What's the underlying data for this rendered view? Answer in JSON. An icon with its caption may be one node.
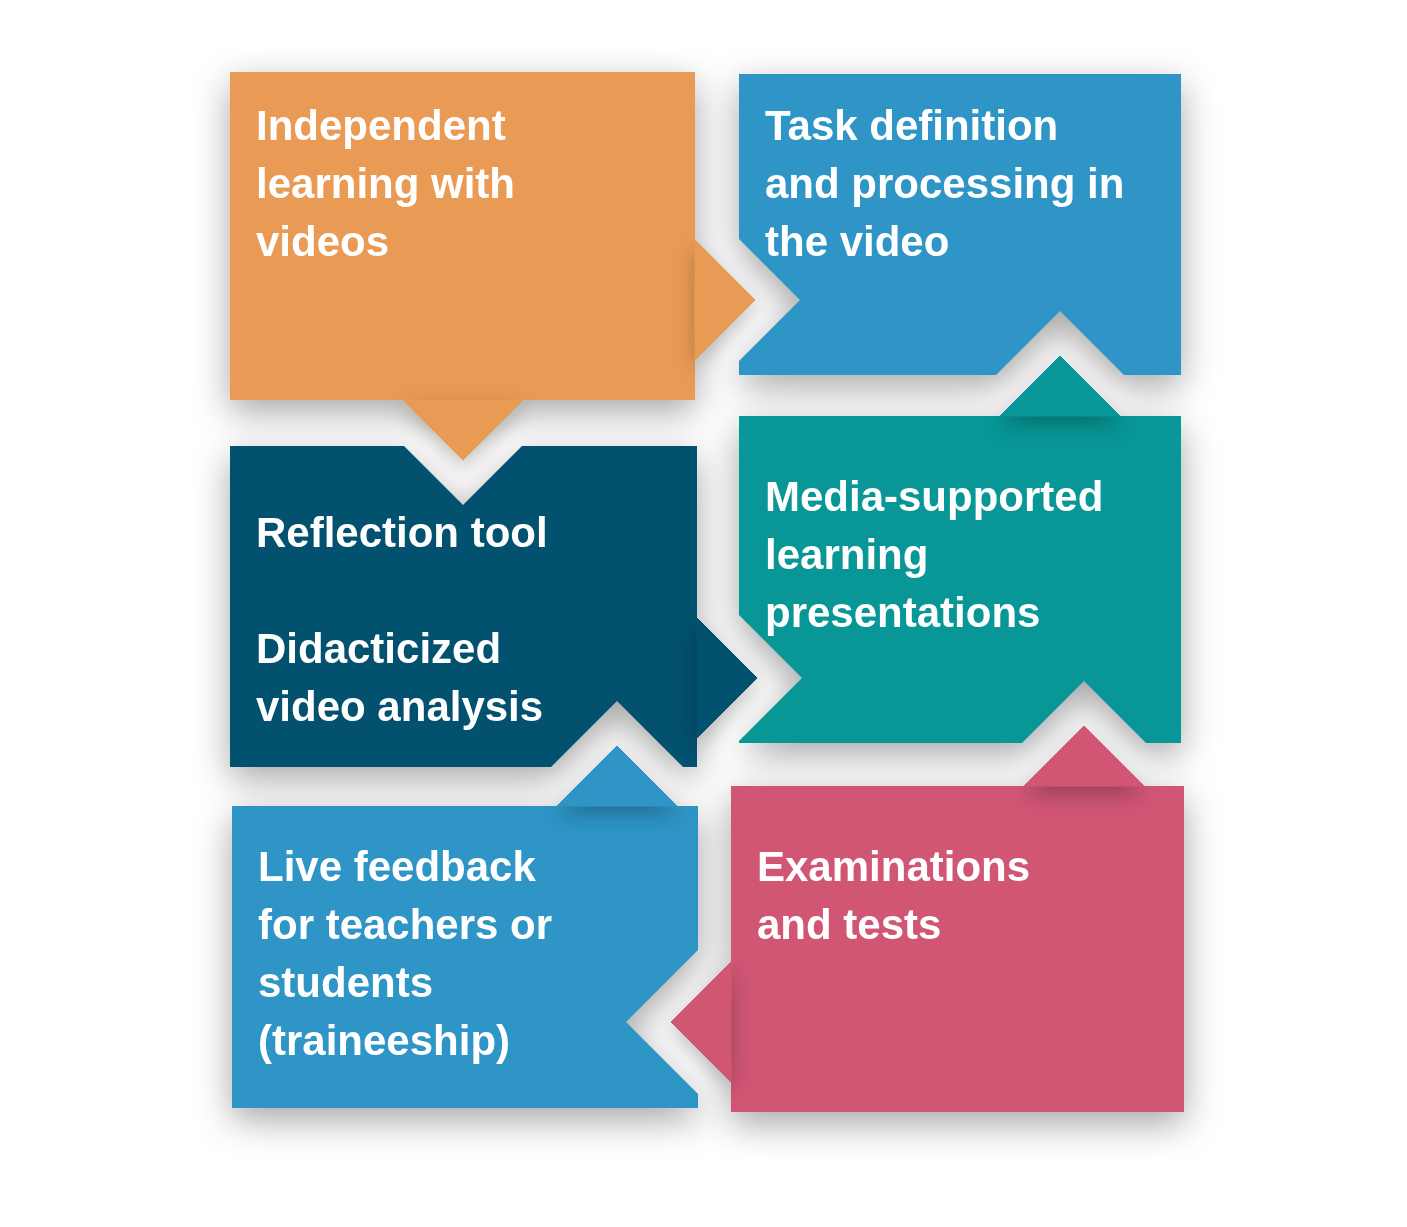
{
  "diagram": {
    "nodes": [
      {
        "text": [
          "Independent learning with videos"
        ]
      },
      {
        "text": [
          "Task definition and processing in the video"
        ]
      },
      {
        "text": [
          "Reflection tool",
          "Didacticized video analysis"
        ]
      },
      {
        "text": [
          "Media-supported learning presentations"
        ]
      },
      {
        "text": [
          "Live feedback for teachers or students (traineeship)"
        ]
      },
      {
        "text": [
          "Examinations and tests"
        ]
      }
    ],
    "edges": [
      {
        "from": 0,
        "to": 1,
        "arrow": "to"
      },
      {
        "from": 0,
        "to": 2,
        "arrow": "to"
      },
      {
        "from": 2,
        "to": 3,
        "arrow": "to"
      },
      {
        "from": 3,
        "to": 1,
        "arrow": "to"
      },
      {
        "from": 4,
        "to": 2,
        "arrow": "to"
      },
      {
        "from": 5,
        "to": 3,
        "arrow": "to"
      },
      {
        "from": 5,
        "to": 4,
        "arrow": "to"
      }
    ]
  }
}
